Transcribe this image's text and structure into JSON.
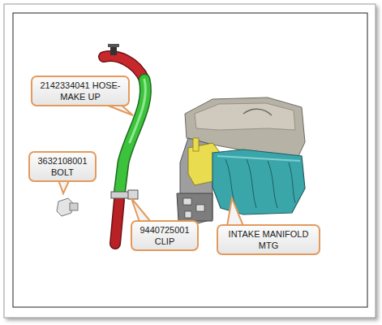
{
  "diagram": {
    "nodes": [
      {
        "text": [
          "2142334041 HOSE-MAKE UP"
        ]
      },
      {
        "text": [
          "3632108001 BOLT"
        ]
      },
      {
        "text": [
          "9440725001 CLIP"
        ]
      },
      {
        "text": [
          "INTAKE MANIFOLD MTG"
        ]
      }
    ]
  }
}
